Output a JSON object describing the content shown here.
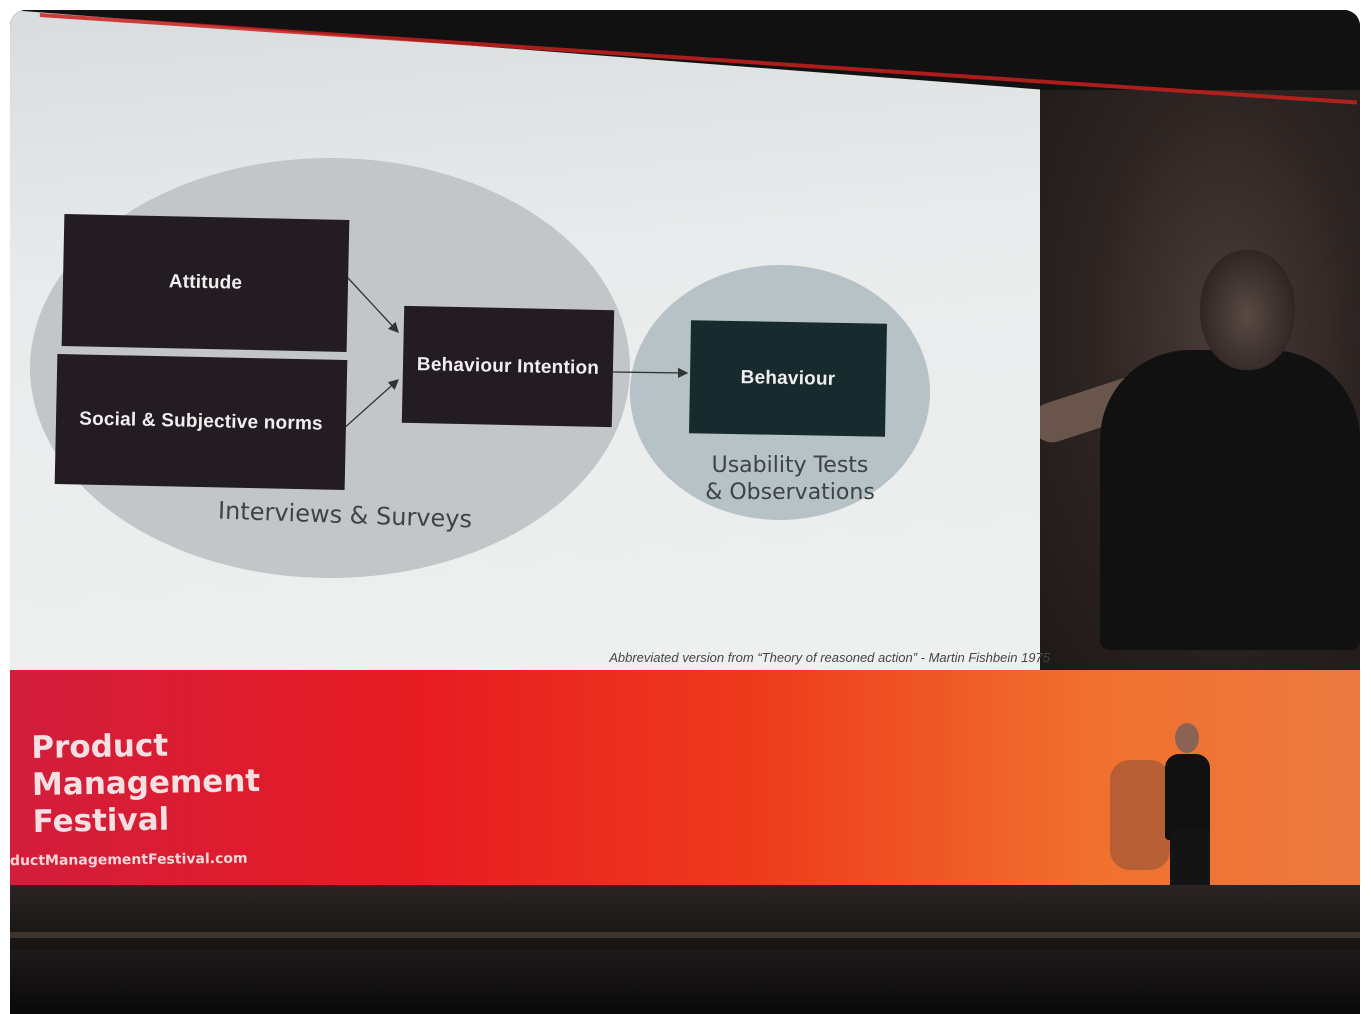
{
  "slide": {
    "attitude": "Attitude",
    "social_norms": "Social & Subjective norms",
    "behaviour_intention": "Behaviour Intention",
    "behaviour": "Behaviour",
    "interviews_label": "Interviews & Surveys",
    "usability_label_line1": "Usability Tests",
    "usability_label_line2": "& Observations",
    "citation": "Abbreviated version from “Theory of reasoned action” - Martin Fishbein 1975"
  },
  "banner": {
    "brand_line1": "Product",
    "brand_line2": "Management",
    "brand_line3": "Festival",
    "url": "ductManagementFestival.com"
  },
  "colors": {
    "banner_red": "#e71c22",
    "banner_orange": "#f0702e",
    "box_dark": "#231c22",
    "behaviour_box": "#172a2e"
  }
}
